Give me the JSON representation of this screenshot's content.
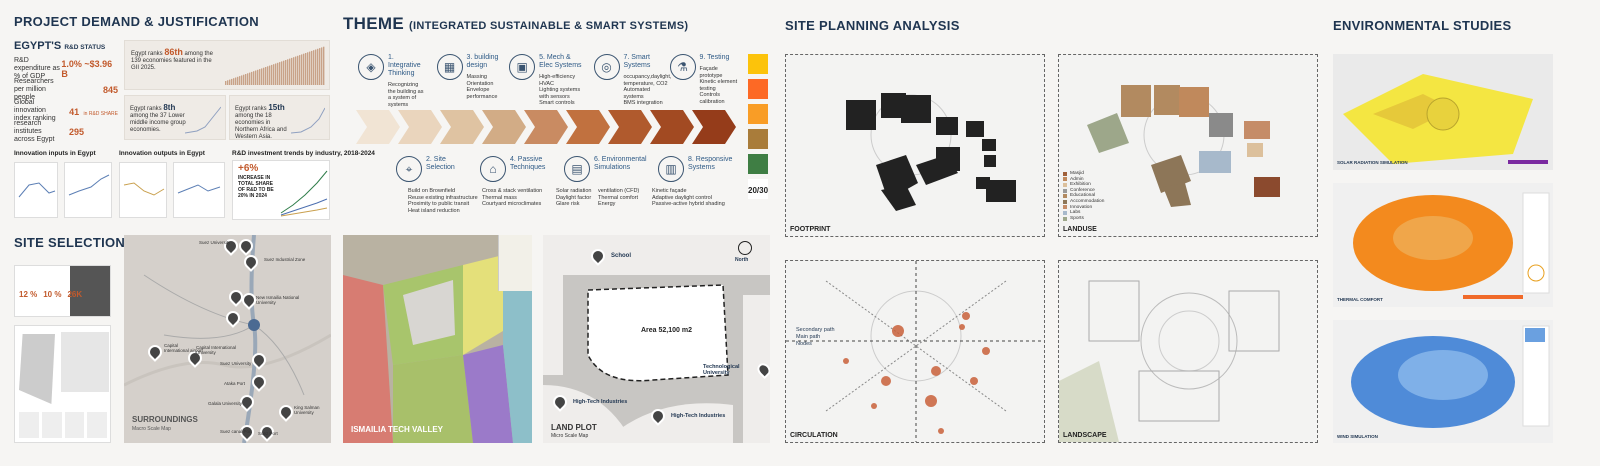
{
  "sections": {
    "demand": "PROJECT DEMAND & JUSTIFICATION",
    "theme_big": "THEME",
    "theme_small": "(INTEGRATED SUSTAINABLE & SMART SYSTEMS)",
    "site_planning": "SITE PLANNING ANALYSIS",
    "environmental": "ENVIRONMENTAL STUDIES",
    "site_selection": "SITE SELECTION"
  },
  "rd": {
    "title": "EGYPT'S",
    "title_small": "R&D STATUS",
    "stats": [
      {
        "label": "R&D expenditure as % of GDP",
        "value": "1.0% ~$3.96 B"
      },
      {
        "label": "Researchers per million people",
        "value": "845"
      },
      {
        "label": "Global innovation index ranking",
        "value": "41",
        "suffix": "in R&D SHARE"
      },
      {
        "label": "research institutes across Egypt",
        "value": "295"
      }
    ],
    "rank1": {
      "big": "86th",
      "pre": "Egypt ranks",
      "post": "among the 139 economies featured in the GII 2025."
    },
    "rank2": {
      "pre": "Egypt ranks",
      "big": "8th",
      "post": "among the 37 Lower middle income group economies."
    },
    "rank3": {
      "pre": "Egypt ranks",
      "big": "15th",
      "post": "among the 18 economies in Northern Africa and Western Asia."
    },
    "inputs_label": "Innovation inputs in Egypt",
    "outputs_label": "Innovation outputs in Egypt",
    "trend_label": "R&D investment trends by industry, 2018-2024",
    "trend_big": "+6%",
    "trend_text": "INCREASE IN TOTAL SHARE OF R&D TO BE 20% IN 2024"
  },
  "selection": {
    "stats": [
      "12 %",
      "10 %",
      "26K"
    ],
    "map_caption": "SURROUNDINGS",
    "map_sub": "Macro Scale Map",
    "places": [
      "Suez University",
      "Capital International airport",
      "Capital International University",
      "Suez University",
      "Ataka Port",
      "Galala University",
      "Suez Port",
      "Suez Industrial Zone",
      "King Salman University",
      "New Ismailia National University",
      "Suez canal Port"
    ]
  },
  "theme_top": [
    {
      "num": "1.",
      "title": "Integrative Thinking",
      "items": [
        "Recognizing the building as a system of systems"
      ]
    },
    {
      "num": "3.",
      "title": "building design",
      "items": [
        "Massing",
        "Orientation",
        "Envelope performance"
      ]
    },
    {
      "num": "5.",
      "title": "Mech & Elec Systems",
      "items": [
        "High-efficiency HVAC",
        "Lighting systems with sensors",
        "Smart controls"
      ]
    },
    {
      "num": "7.",
      "title": "Smart Systems",
      "items": [
        "occupancy,daylight, temperature, CO2",
        "Automated systems",
        "BMS integration"
      ]
    },
    {
      "num": "9.",
      "title": "Testing",
      "items": [
        "Façade prototype",
        "Kinetic element testing",
        "Controls calibration"
      ]
    }
  ],
  "theme_bottom": [
    {
      "num": "2.",
      "title": "Site Selection",
      "items": [
        "Build on Brownfield",
        "Reuse existing infrastructure",
        "Proximity to public transit",
        "Heat island reduction"
      ]
    },
    {
      "num": "4.",
      "title": "Passive Techniques",
      "items": [
        "Cross & stack ventilation",
        "Thermal mass",
        "Courtyard microclimates"
      ]
    },
    {
      "num": "6.",
      "title": "Environmental Simulations",
      "items": [
        "Solar radiation",
        "Daylight factor",
        "Glare risk",
        "ventilation (CFD)",
        "Thermal comfort",
        "Energy"
      ]
    },
    {
      "num": "8.",
      "title": "Responsive Systems",
      "items": [
        "Kinetic façade",
        "Adaptive daylight control",
        "Passive-active hybrid shading"
      ]
    }
  ],
  "chevron_colors": [
    "#f1e4d4",
    "#ead5bd",
    "#dfc3a2",
    "#d2ac86",
    "#c98b62",
    "#c1713f",
    "#b05a2d",
    "#a24a22",
    "#953c1a"
  ],
  "sdg_colors": [
    "#fcc30b",
    "#fd6925",
    "#f99d26",
    "#a97c3a",
    "#3f7e44",
    "#ffffff"
  ],
  "sdg_label": "20/30",
  "tech_valley": {
    "caption": "ISMAILIA TECH VALLEY"
  },
  "land_plot": {
    "caption": "LAND PLOT",
    "sub": "Micro Scale Map",
    "north": "North",
    "area": "Area 52,100 m2",
    "school": "School",
    "tech_uni": "Technological University",
    "hti1": "High-Tech Industries",
    "hti2": "High-Tech Industries"
  },
  "planning": {
    "footprint": "FOOTPRINT",
    "landuse": "LANDUSE",
    "circulation": "CIRCULATION",
    "landscape": "LANDSCAPE",
    "circ_legend": [
      "Secondary path",
      "Main path",
      "Nodes"
    ],
    "legend": [
      {
        "label": "Masjid",
        "color": "#a0603a"
      },
      {
        "label": "Admin",
        "color": "#c0895c"
      },
      {
        "label": "Exhibition",
        "color": "#dcc09c"
      },
      {
        "label": "Conference",
        "color": "#9a9a9a"
      },
      {
        "label": "Educational",
        "color": "#b28a60"
      },
      {
        "label": "Accommodation",
        "color": "#8d7658"
      },
      {
        "label": "Innovation",
        "color": "#c58c68"
      },
      {
        "label": "Labs",
        "color": "#a7b9cb"
      },
      {
        "label": "Sports",
        "color": "#9da78a"
      }
    ]
  },
  "environment": {
    "solar": "SOLAR RADIATION SIMULATION",
    "thermal": "THERMAL COMFORT",
    "wind": "WIND SIMULATION"
  }
}
